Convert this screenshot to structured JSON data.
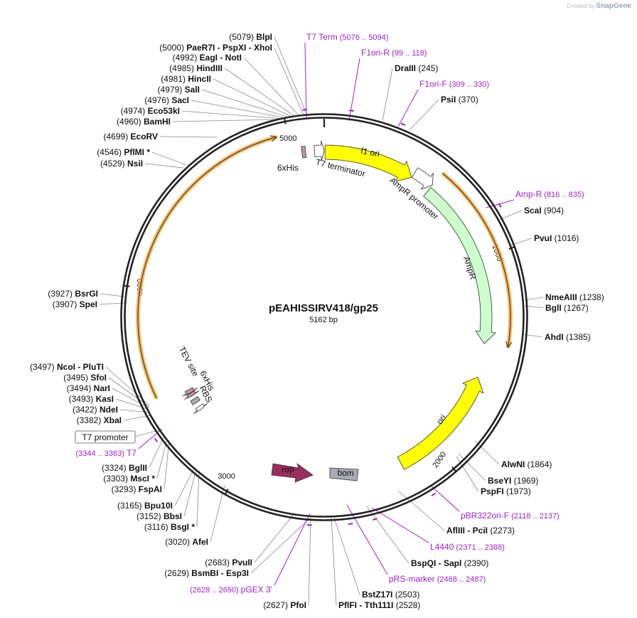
{
  "brand": {
    "created_by": "Created by",
    "name": "SnapGene"
  },
  "plasmid": {
    "name": "pEAHISSIRV418/gp25",
    "length_label": "5162 bp",
    "length": 5162
  },
  "colors": {
    "yellow": "#ffff00",
    "ampr": "#ccffcc",
    "orange_track": "#f0b050",
    "primer": "#a020d0",
    "rop": "#9b2d5e",
    "bom": "#a9adb3",
    "his": "#c890a8"
  },
  "ruler": [
    "1000",
    "2000",
    "3000",
    "4000",
    "5000"
  ],
  "features": [
    {
      "name": "f1 ori",
      "start": 4,
      "end": 459,
      "color": "yellow",
      "dir": 1
    },
    {
      "name": "AmpR promoter",
      "start": 460,
      "end": 564,
      "color": "white",
      "dir": 1
    },
    {
      "name": "AmpR",
      "start": 565,
      "end": 1425,
      "color": "ampr",
      "dir": 1
    },
    {
      "name": "ori",
      "start": 1596,
      "end": 2184,
      "color": "yellow",
      "dir": -1
    },
    {
      "name": "rop",
      "start": 2628,
      "end": 2819,
      "color": "rop",
      "dir": 1
    },
    {
      "name": "bom",
      "start": 2374,
      "end": 2514,
      "color": "bom",
      "dir": 0
    },
    {
      "name": "T7 terminator",
      "start": 5114,
      "end": 5162,
      "color": "white",
      "dir": 1
    },
    {
      "name": "6xHis",
      "start": 5052,
      "end": 5070,
      "color": "his",
      "dir": 0
    },
    {
      "name": "6xHis",
      "start": 3430,
      "end": 3447,
      "color": "his",
      "dir": -1
    },
    {
      "name": "TEV site",
      "start": 3448,
      "end": 3468,
      "color": "his",
      "dir": -1
    },
    {
      "name": "RBS",
      "start": 3388,
      "end": 3411,
      "color": "bom",
      "dir": 0
    },
    {
      "name": "T7 promoter",
      "start": 3344,
      "end": 3363,
      "color": "white",
      "dir": -1
    }
  ],
  "sites": [
    {
      "name": "BlpI",
      "pos": "5079"
    },
    {
      "name": "PaeR7I  -  PspXI  -  XhoI",
      "pos": "5000"
    },
    {
      "name": "EagI  -  NotI",
      "pos": "4992"
    },
    {
      "name": "HindIII",
      "pos": "4985"
    },
    {
      "name": "HincII",
      "pos": "4981"
    },
    {
      "name": "SalI",
      "pos": "4979"
    },
    {
      "name": "SacI",
      "pos": "4976"
    },
    {
      "name": "Eco53kI",
      "pos": "4974"
    },
    {
      "name": "BamHI",
      "pos": "4960"
    },
    {
      "name": "EcoRV",
      "pos": "4699"
    },
    {
      "name": "PflMI *",
      "pos": "4546"
    },
    {
      "name": "NsiI",
      "pos": "4529"
    },
    {
      "name": "BsrGI",
      "pos": "3927"
    },
    {
      "name": "SpeI",
      "pos": "3907"
    },
    {
      "name": "NcoI  -  PluTI",
      "pos": "3497"
    },
    {
      "name": "SfoI",
      "pos": "3495"
    },
    {
      "name": "NarI",
      "pos": "3494"
    },
    {
      "name": "KasI",
      "pos": "3493"
    },
    {
      "name": "NdeI",
      "pos": "3422"
    },
    {
      "name": "XbaI",
      "pos": "3382"
    },
    {
      "name": "BglII",
      "pos": "3324"
    },
    {
      "name": "MscI *",
      "pos": "3303"
    },
    {
      "name": "FspAI",
      "pos": "3293"
    },
    {
      "name": "Bpu10I",
      "pos": "3165"
    },
    {
      "name": "BbsI",
      "pos": "3152"
    },
    {
      "name": "BsgI *",
      "pos": "3116"
    },
    {
      "name": "AfeI",
      "pos": "3020"
    },
    {
      "name": "PvuII",
      "pos": "2683"
    },
    {
      "name": "BsmBI  -  Esp3I",
      "pos": "2629"
    },
    {
      "name": "PfoI",
      "pos": "2627"
    },
    {
      "name": "PflFI  -  Tth111I",
      "pos": "2528"
    },
    {
      "name": "BstZ17I",
      "pos": "2503"
    },
    {
      "name": "BspQI  -  SapI",
      "pos": "2390"
    },
    {
      "name": "AflIII  -  PciI",
      "pos": "2273"
    },
    {
      "name": "PspFI",
      "pos": "1973"
    },
    {
      "name": "BseYI",
      "pos": "1969"
    },
    {
      "name": "AlwNI",
      "pos": "1864"
    },
    {
      "name": "AhdI",
      "pos": "1385"
    },
    {
      "name": "BglI",
      "pos": "1267"
    },
    {
      "name": "NmeAIII",
      "pos": "1238"
    },
    {
      "name": "PvuI",
      "pos": "1016"
    },
    {
      "name": "ScaI",
      "pos": "904"
    },
    {
      "name": "PsiI",
      "pos": "370"
    },
    {
      "name": "DraIII",
      "pos": "245"
    }
  ],
  "primers": [
    {
      "name": "T7 Term",
      "range": "(5076 .. 5094)"
    },
    {
      "name": "F1ori-R",
      "range": "(99 .. 118)"
    },
    {
      "name": "F1ori-F",
      "range": "(309 .. 330)"
    },
    {
      "name": "Amp-R",
      "range": "(816 .. 835)"
    },
    {
      "name": "pBR322ori-F",
      "range": "(2118 .. 2137)"
    },
    {
      "name": "L4440",
      "range": "(2371 .. 2388)"
    },
    {
      "name": "pRS-marker",
      "range": "(2468 .. 2487)"
    },
    {
      "name": "pGEX 3'",
      "range": "(2628 .. 2650)"
    },
    {
      "name": "T7",
      "range": "(3344 .. 3363)"
    }
  ],
  "boxed_label": "T7 promoter"
}
